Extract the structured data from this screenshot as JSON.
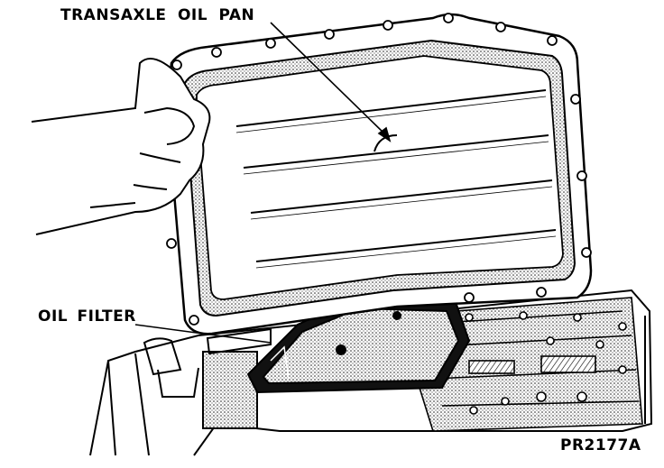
{
  "labels": {
    "pan": "TRANSAXLE OIL PAN",
    "filter": "OIL FILTER",
    "figure_code": "PR2177A"
  }
}
